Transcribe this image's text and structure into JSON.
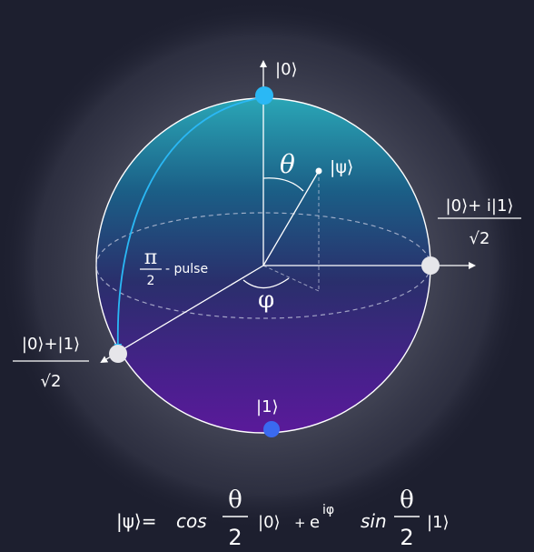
{
  "diagram": {
    "pole_top_label": "|0⟩",
    "pole_bottom_label": "|1⟩",
    "state_label": "|ψ⟩",
    "theta_symbol": "θ",
    "phi_symbol": "φ",
    "right_state": {
      "numerator": "|0⟩+ i|1⟩",
      "denominator": "√2"
    },
    "left_state": {
      "numerator": "|0⟩+|1⟩",
      "denominator": "√2"
    },
    "pulse": {
      "numerator": "π",
      "denominator": "2",
      "suffix": "- pulse"
    }
  },
  "formula": {
    "lhs": "|ψ⟩=",
    "cos": "cos",
    "theta_num_1": "θ",
    "den_1": "2",
    "ket0": "|0⟩",
    "plus": "+",
    "exp_base": "e",
    "exp_power": "iφ",
    "sin": "sin",
    "theta_num_2": "θ",
    "den_2": "2",
    "ket1": "|1⟩"
  },
  "colors": {
    "background": "#1d1f2f",
    "sphere_top": "#2aa6b6",
    "sphere_bottom": "#5a1a9a",
    "arc": "#2ab8f5",
    "pole_top_point": "#2ab8f5",
    "pole_bottom_point": "#3a6af0"
  }
}
